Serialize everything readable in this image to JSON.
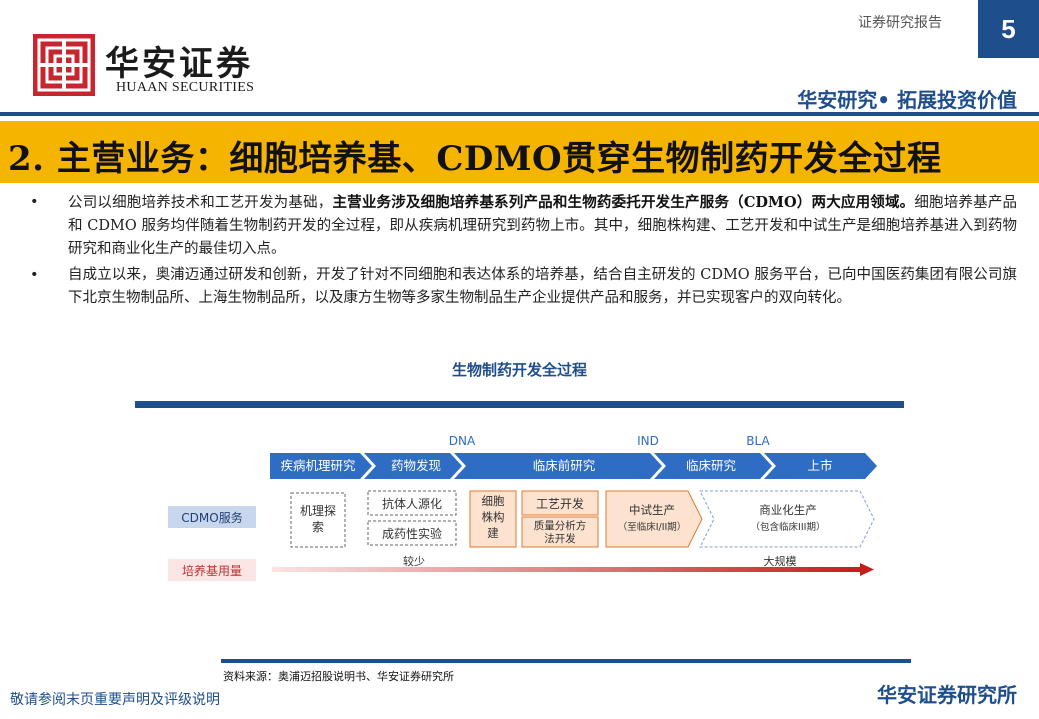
{
  "header": {
    "logo_text_cn": "华安证券",
    "logo_text_en": "HUAAN SECURITIES",
    "report_type": "证券研究报告",
    "page_number": "5",
    "slogan": "华安研究• 拓展投资价值"
  },
  "title": "2. 主营业务：细胞培养基、CDMO贯穿生物制药开发全过程",
  "bullets": [
    {
      "pre": "公司以细胞培养技术和工艺开发为基础，",
      "bold": "主营业务涉及细胞培养基系列产品和生物药委托开发生产服务（CDMO）两大应用领域。",
      "post": "细胞培养基产品和 CDMO 服务均伴随着生物制药开发的全过程，即从疾病机理研究到药物上市。其中，细胞株构建、工艺开发和中试生产是细胞培养基进入到药物研究和商业化生产的最佳切入点。"
    },
    {
      "pre": "自成立以来，奥浦迈通过研发和创新，开发了针对不同细胞和表达体系的培养基，结合自主研发的 CDMO 服务平台，已向中国医药集团有限公司旗下北京生物制品所、上海生物制品所，以及康方生物等多家生物制品生产企业提供产品和服务，并已实现客户的双向转化。",
      "bold": "",
      "post": ""
    }
  ],
  "figure": {
    "title": "生物制药开发全过程",
    "milestones": [
      "DNA",
      "IND",
      "BLA"
    ],
    "stages": [
      "疾病机理研究",
      "药物发现",
      "临床前研究",
      "临床研究",
      "上市"
    ],
    "row_cdmo_label": "CDMO服务",
    "row_media_label": "培养基用量",
    "boxes": {
      "mechanism": [
        "机理探",
        "索"
      ],
      "antibody_source": "抗体人源化",
      "druggability": "成药性实验",
      "cell_line": [
        "细胞",
        "株构",
        "建"
      ],
      "process_dev": "工艺开发",
      "analytical": [
        "质量分析方",
        "法开发"
      ],
      "pilot": [
        "中试生产",
        "（至临床I/II期）"
      ],
      "commercial": [
        "商业化生产",
        "（包含临床III期）"
      ]
    },
    "usage_low": "较少",
    "usage_high": "大规模"
  },
  "source": "资料来源：奥浦迈招股说明书、华安证券研究所",
  "footer": {
    "left": "敬请参阅末页重要声明及评级说明",
    "right": "华安证券研究所"
  },
  "colors": {
    "brand_blue": "#1f4e8c",
    "title_bar": "#f5b400",
    "logo_red": "#c8262e",
    "stage_blue": "#2f6cc4",
    "orange_box": "#fde3cf"
  }
}
